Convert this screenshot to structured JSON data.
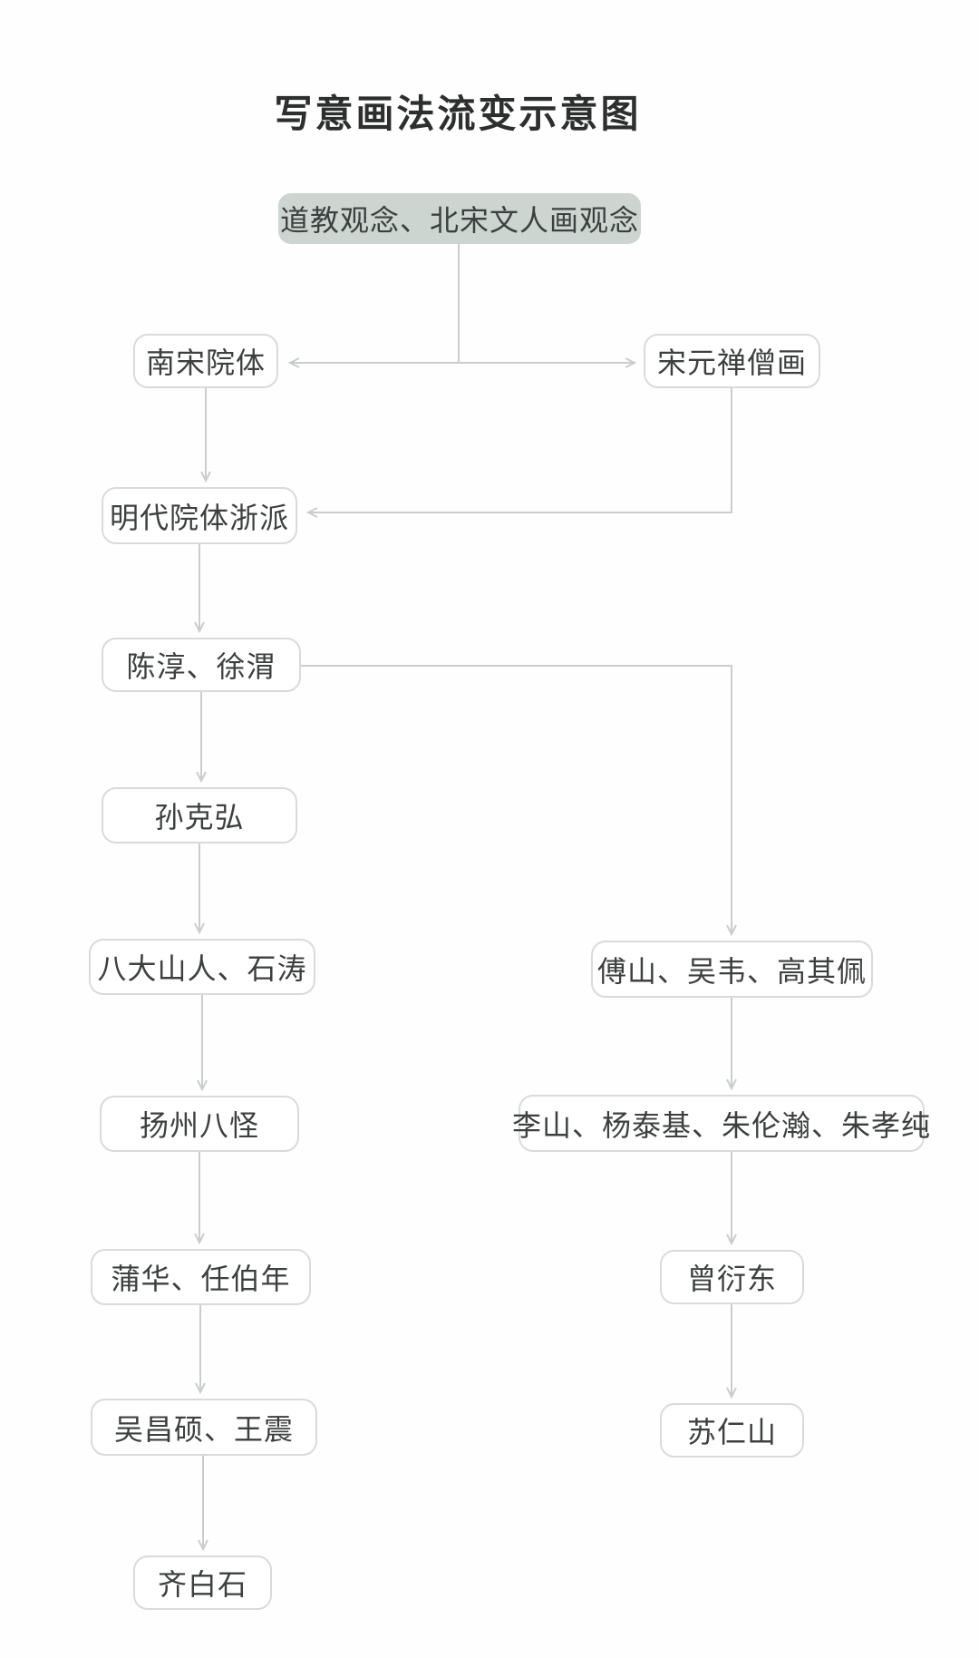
{
  "page": {
    "title": "写意画法流变示意图"
  },
  "colors": {
    "root_box_bg": "#cdd5d0",
    "box_border": "#d9dbda",
    "connector_line": "#c9cecd",
    "text": "#3d4040",
    "title_text": "#2d2f2f",
    "background": "#fefefe"
  },
  "nodes": {
    "root": "道教观念、北宋文人画观念",
    "nansong_yuanti": "南宋院体",
    "songyuan_chansenghua": "宋元禅僧画",
    "mingdai_yuanti_zhepai": "明代院体浙派",
    "chenchun_xuwei": "陈淳、徐渭",
    "sun_kehong": "孙克弘",
    "badashanren_shitao": "八大山人、石涛",
    "fushan_wuwei_gaoqipei": "傅山、吴韦、高其佩",
    "yangzhou_baguai": "扬州八怪",
    "lishan_yangtaiji_zhulunhan_zhuxiaochun": "李山、杨泰基、朱伦瀚、朱孝纯",
    "puhua_renbonian": "蒲华、任伯年",
    "zeng_yandong": "曾衍东",
    "wuchangshuo_wangzhen": "吴昌硕、王震",
    "su_renshan": "苏仁山",
    "qi_baishi": "齐白石"
  }
}
